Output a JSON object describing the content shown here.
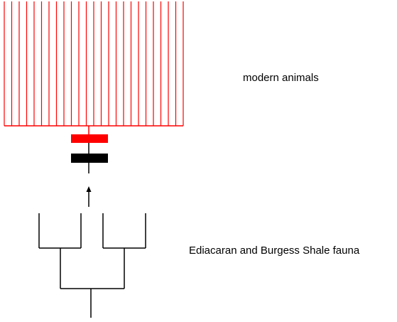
{
  "labels": {
    "modern": "modern animals",
    "ancient": "Ediacaran and Burgess Shale fauna"
  },
  "modern_clade": {
    "branch_count": 25
  },
  "colors": {
    "modern": "#ff0000",
    "ancient": "#000000",
    "background": "#ffffff"
  }
}
